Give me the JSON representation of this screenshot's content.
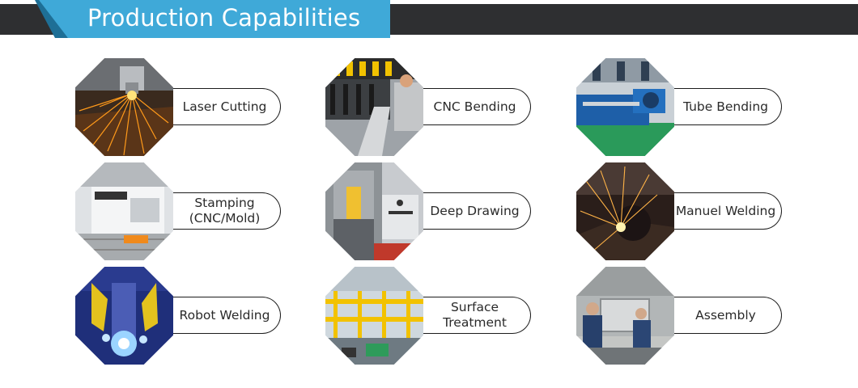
{
  "header": {
    "title": "Production Capabilities",
    "bar_color": "#2e2f31",
    "accent": "#3fa9d8"
  },
  "capabilities": [
    {
      "label": "Laser Cutting",
      "photo": "laser-cutting-photo"
    },
    {
      "label": "CNC Bending",
      "photo": "cnc-bending-photo"
    },
    {
      "label": "Tube Bending",
      "photo": "tube-bending-photo"
    },
    {
      "label": "Stamping\n(CNC/Mold)",
      "photo": "stamping-photo"
    },
    {
      "label": "Deep Drawing",
      "photo": "deep-drawing-photo"
    },
    {
      "label": "Manuel Welding",
      "photo": "manual-welding-photo"
    },
    {
      "label": "Robot Welding",
      "photo": "robot-welding-photo"
    },
    {
      "label": "Surface\nTreatment",
      "photo": "surface-treatment-photo"
    },
    {
      "label": "Assembly",
      "photo": "assembly-photo"
    }
  ]
}
